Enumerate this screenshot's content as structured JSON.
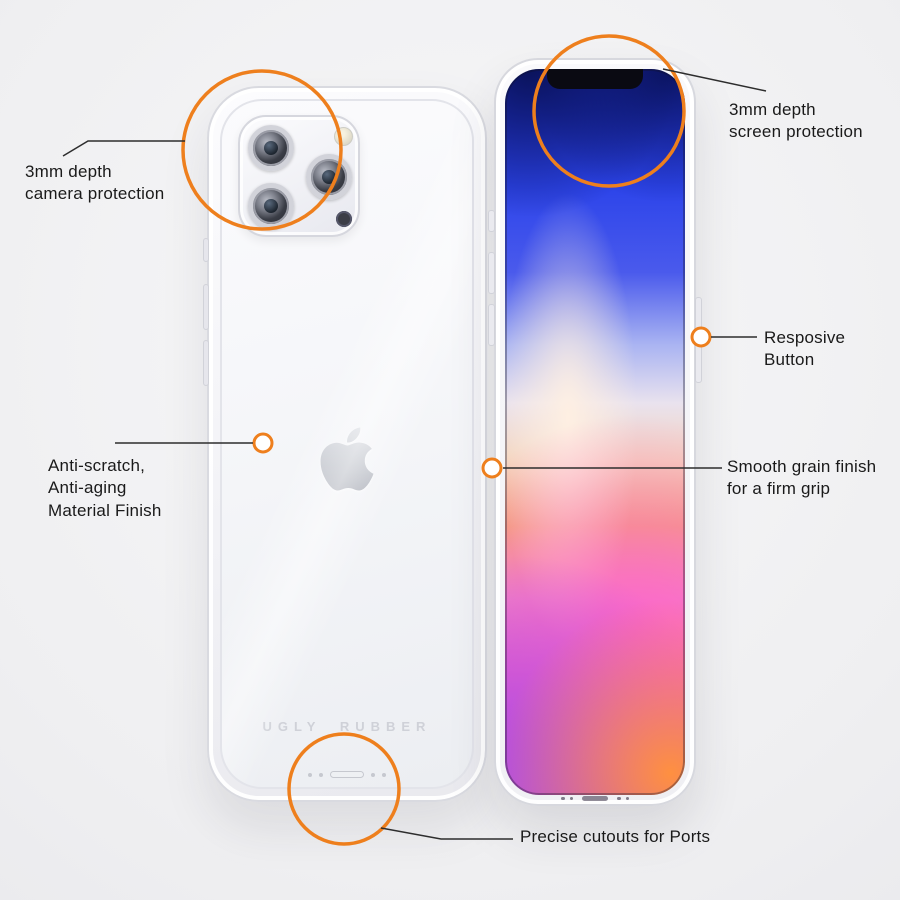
{
  "colors": {
    "accent": "#ee7f1d",
    "leader_line": "#2d2d2d",
    "text": "#1a1a1a",
    "background": "#f2f2f3"
  },
  "annotations": {
    "camera_protection": {
      "lines": [
        "3mm depth",
        "camera protection"
      ]
    },
    "screen_protection": {
      "lines": [
        "3mm depth",
        "screen protection"
      ]
    },
    "responsive_button": {
      "lines": [
        "Resposive",
        "Button"
      ]
    },
    "material_finish": {
      "lines": [
        "Anti-scratch,",
        "Anti-aging",
        "Material Finish"
      ]
    },
    "grain_finish": {
      "lines": [
        "Smooth grain finish",
        "for a firm grip"
      ]
    },
    "port_cutouts": {
      "lines": [
        "Precise cutouts for Ports"
      ]
    }
  },
  "phone_back": {
    "brand_text": "UGLY RUBBER"
  },
  "icons": {
    "apple_logo": "apple-silhouette",
    "camera_lenses": "triple-lens-cluster",
    "flash": "flash-dot",
    "lidar": "lidar-dot",
    "notch": "front-camera-notch"
  }
}
